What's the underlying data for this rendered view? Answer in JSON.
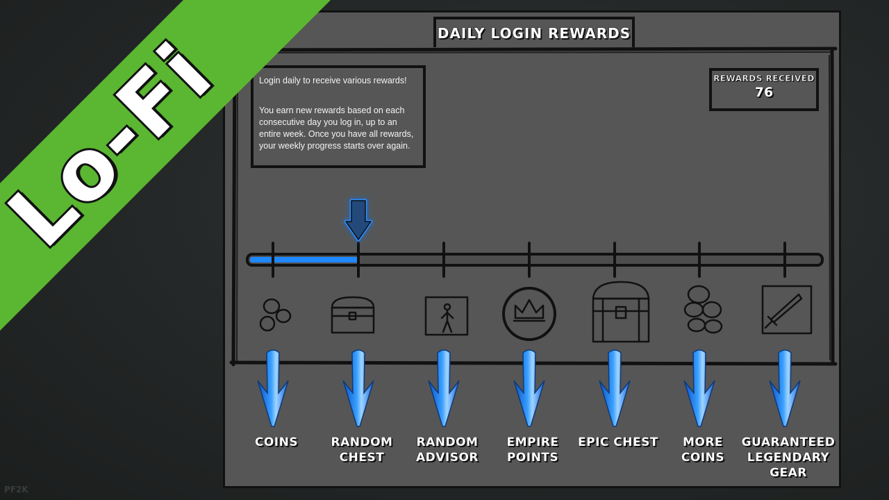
{
  "banner": {
    "text": "Lo-Fi",
    "color": "#5bb632"
  },
  "panel": {
    "title": "DAILY LOGIN REWARDS",
    "info": {
      "line1": "Login daily to receive various rewards!",
      "line2": "You earn new rewards based on each consecutive day you log in, up to an entire week. Once you have all rewards, your weekly progress starts over again."
    },
    "rewards_received": {
      "label": "REWARDS RECEIVED",
      "value": "76"
    }
  },
  "progress": {
    "current_day": 2,
    "total_days": 7,
    "fill_color": "#1e88ff"
  },
  "rewards": [
    {
      "label": "COINS",
      "icon": "coins-icon"
    },
    {
      "label": "RANDOM CHEST",
      "icon": "chest-icon"
    },
    {
      "label": "RANDOM ADVISOR",
      "icon": "advisor-icon"
    },
    {
      "label": "EMPIRE POINTS",
      "icon": "crown-icon"
    },
    {
      "label": "EPIC CHEST",
      "icon": "epic-chest-icon"
    },
    {
      "label": "MORE COINS",
      "icon": "more-coins-icon"
    },
    {
      "label": "GUARANTEED LEGENDARY GEAR",
      "icon": "sword-icon"
    }
  ],
  "watermark": "PF2K"
}
